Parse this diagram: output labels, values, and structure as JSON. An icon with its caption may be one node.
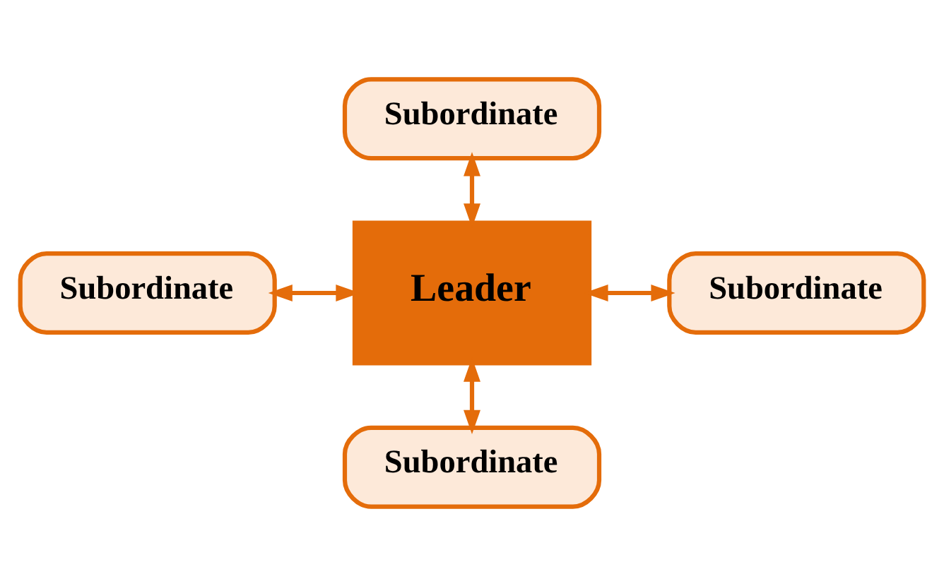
{
  "diagram": {
    "nodes": [
      {
        "text": [
          "Leader"
        ]
      },
      {
        "text": [
          "Subordinate"
        ]
      },
      {
        "text": [
          "Subordinate"
        ]
      },
      {
        "text": [
          "Subordinate"
        ]
      },
      {
        "text": [
          "Subordinate"
        ]
      }
    ],
    "edges": [
      {
        "from": 1,
        "to": 0,
        "arrow": "both"
      },
      {
        "from": 2,
        "to": 0,
        "arrow": "both"
      },
      {
        "from": 0,
        "to": 3,
        "arrow": "both"
      },
      {
        "from": 0,
        "to": 4,
        "arrow": "both"
      }
    ]
  }
}
